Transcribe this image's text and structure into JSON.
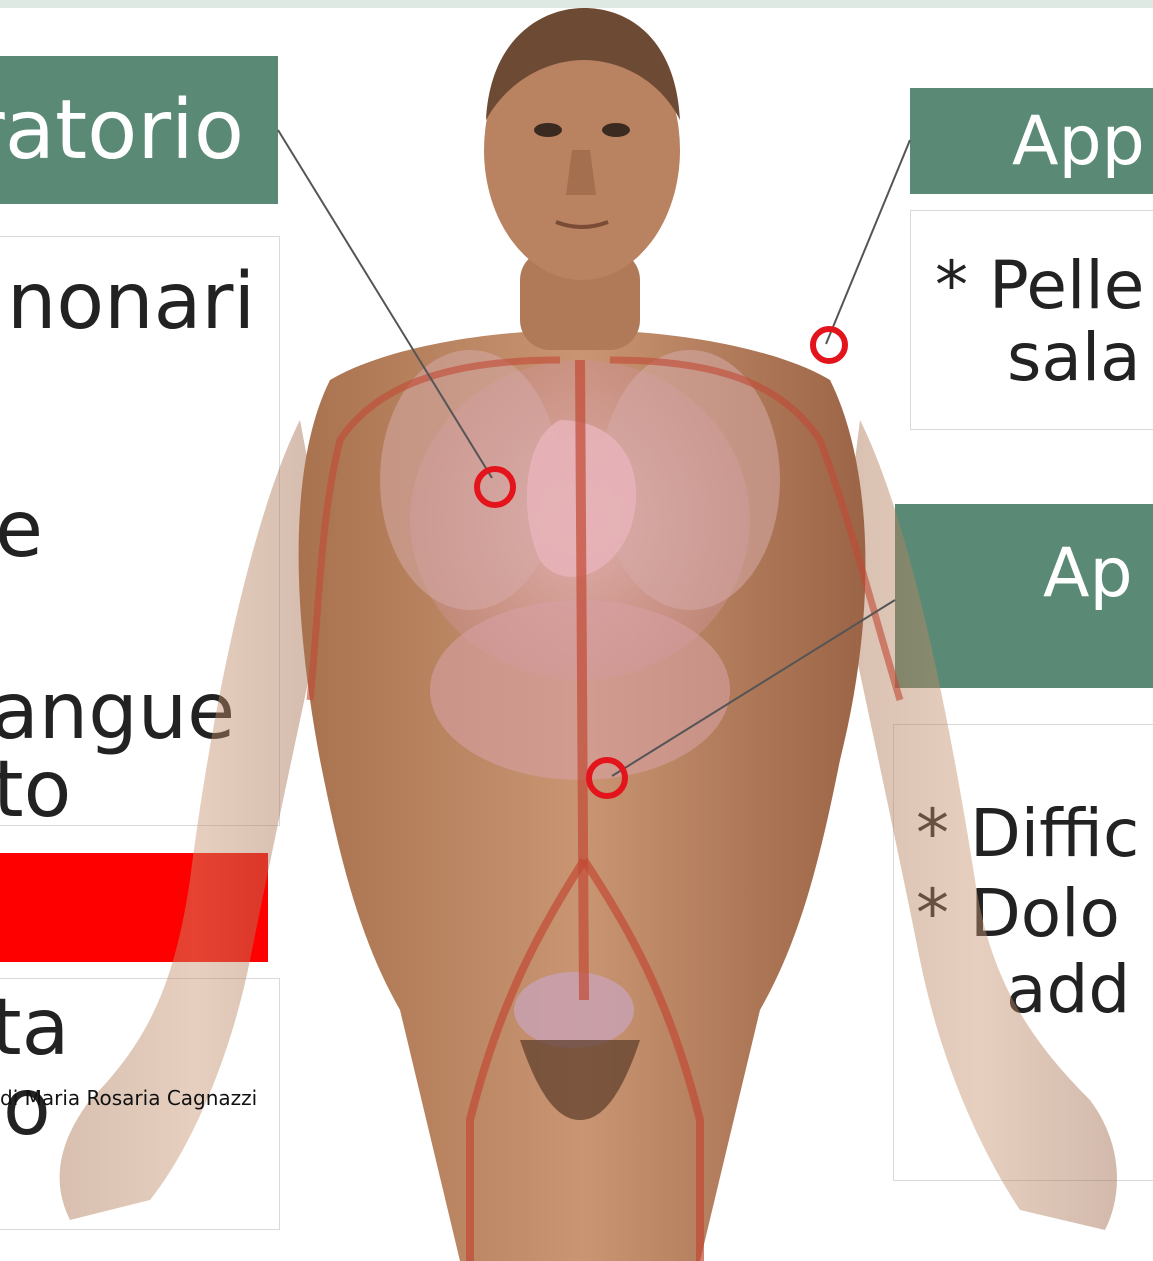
{
  "left_panel": {
    "header_text": "ratorio",
    "lines": [
      "nonari",
      "e",
      "angue",
      "to",
      "ta",
      "o"
    ]
  },
  "right_panel": {
    "top_header_text": "App",
    "top_lines": [
      "* Pelle",
      "sala"
    ],
    "mid_header_text": "Ap",
    "bottom_lines": [
      "* Diffic",
      "* Dolo",
      "add"
    ]
  },
  "credit": "di Maria Rosaria Cagnazzi",
  "colors": {
    "header_green": "#5a8a75",
    "alert_red": "#ff0000",
    "marker_red": "#e3141b"
  },
  "icons": [
    "human-anatomy-illustration",
    "marker-circle-icon"
  ]
}
